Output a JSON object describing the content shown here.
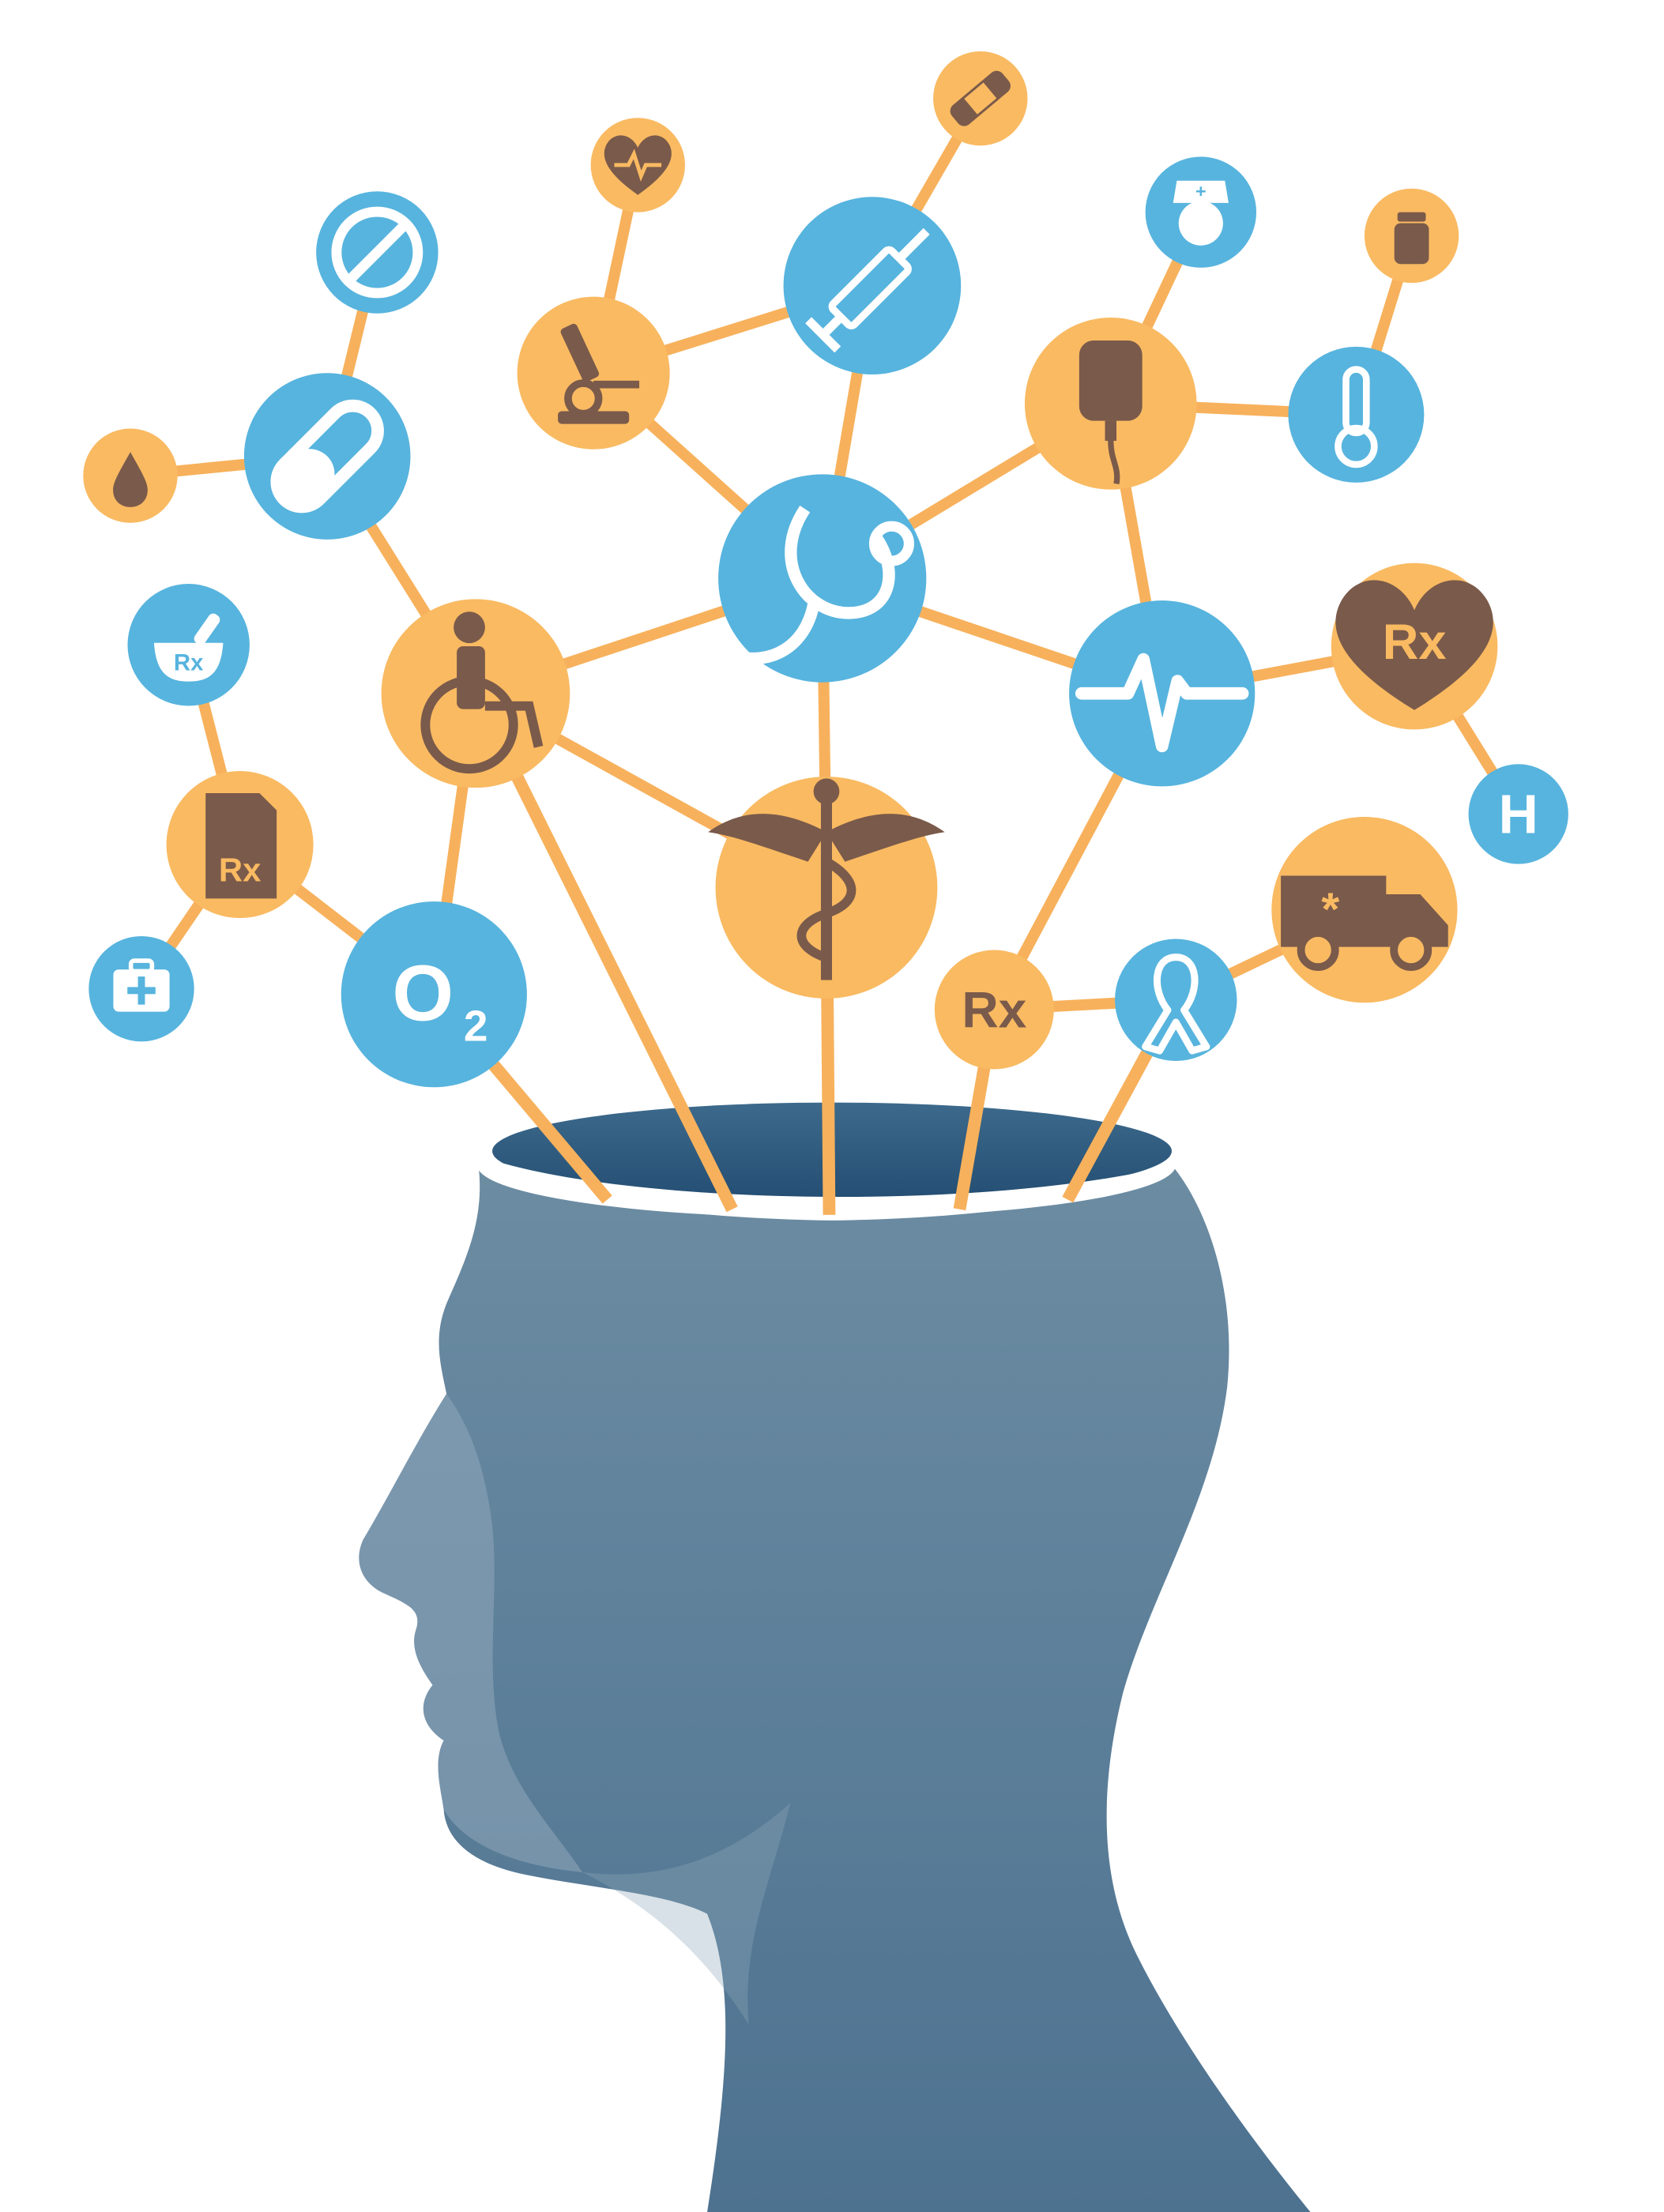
{
  "palette": {
    "orange": "#F9BA62",
    "blue": "#57B4DE",
    "icon_brown": "#7A5A4A",
    "icon_white": "#FFFFFF",
    "link": "#F7B15C",
    "head": "#6A8AA0",
    "head_dark": "#4F7290",
    "opening": "#2F5B7E"
  },
  "nodes": [
    {
      "id": "drop",
      "icon": "blood-drop-icon",
      "fill": "orange",
      "label": ""
    },
    {
      "id": "pill",
      "icon": "capsule-icon",
      "fill": "blue",
      "label": ""
    },
    {
      "id": "tablet",
      "icon": "tablet-icon",
      "fill": "blue",
      "label": ""
    },
    {
      "id": "heart-monitor",
      "icon": "heart-pulse-icon",
      "fill": "orange",
      "label": ""
    },
    {
      "id": "microscope",
      "icon": "microscope-icon",
      "fill": "orange",
      "label": ""
    },
    {
      "id": "bandage",
      "icon": "bandage-icon",
      "fill": "orange",
      "label": ""
    },
    {
      "id": "syringe",
      "icon": "syringe-icon",
      "fill": "blue",
      "label": ""
    },
    {
      "id": "nurse",
      "icon": "nurse-icon",
      "fill": "blue",
      "label": ""
    },
    {
      "id": "pill-bottle",
      "icon": "pill-bottle-icon",
      "fill": "orange",
      "label": ""
    },
    {
      "id": "iv-bag",
      "icon": "iv-bag-icon",
      "fill": "orange",
      "label": ""
    },
    {
      "id": "thermometer",
      "icon": "thermometer-icon",
      "fill": "blue",
      "label": ""
    },
    {
      "id": "stethoscope",
      "icon": "stethoscope-icon",
      "fill": "blue",
      "label": ""
    },
    {
      "id": "mortar",
      "icon": "mortar-pestle-icon",
      "fill": "blue",
      "label": "Rx"
    },
    {
      "id": "wheelchair",
      "icon": "wheelchair-icon",
      "fill": "orange",
      "label": ""
    },
    {
      "id": "ecg",
      "icon": "ecg-icon",
      "fill": "blue",
      "label": ""
    },
    {
      "id": "heart-rx",
      "icon": "heart-rx-icon",
      "fill": "orange",
      "label": "Rx"
    },
    {
      "id": "hospital",
      "icon": "hospital-icon",
      "fill": "blue",
      "label": "H"
    },
    {
      "id": "prescription",
      "icon": "prescription-doc-icon",
      "fill": "orange",
      "label": "Rx"
    },
    {
      "id": "caduceus",
      "icon": "caduceus-icon",
      "fill": "orange",
      "label": ""
    },
    {
      "id": "first-aid",
      "icon": "first-aid-kit-icon",
      "fill": "blue",
      "label": ""
    },
    {
      "id": "oxygen",
      "icon": "oxygen-icon",
      "fill": "blue",
      "label": "O",
      "sub": "2"
    },
    {
      "id": "rx",
      "icon": "rx-icon",
      "fill": "orange",
      "label": "Rx"
    },
    {
      "id": "ribbon",
      "icon": "awareness-ribbon-icon",
      "fill": "blue",
      "label": ""
    },
    {
      "id": "ambulance",
      "icon": "ambulance-icon",
      "fill": "orange",
      "label": ""
    }
  ],
  "links": [
    [
      "drop",
      "pill"
    ],
    [
      "pill",
      "tablet"
    ],
    [
      "pill",
      "wheelchair"
    ],
    [
      "heart-monitor",
      "microscope"
    ],
    [
      "microscope",
      "syringe"
    ],
    [
      "microscope",
      "stethoscope"
    ],
    [
      "bandage",
      "syringe"
    ],
    [
      "syringe",
      "stethoscope"
    ],
    [
      "nurse",
      "iv-bag"
    ],
    [
      "iv-bag",
      "thermometer"
    ],
    [
      "iv-bag",
      "stethoscope"
    ],
    [
      "iv-bag",
      "ecg"
    ],
    [
      "pill-bottle",
      "thermometer"
    ],
    [
      "wheelchair",
      "stethoscope"
    ],
    [
      "wheelchair",
      "caduceus"
    ],
    [
      "wheelchair",
      "oxygen"
    ],
    [
      "stethoscope",
      "caduceus"
    ],
    [
      "stethoscope",
      "ecg"
    ],
    [
      "ecg",
      "heart-rx"
    ],
    [
      "heart-rx",
      "hospital"
    ],
    [
      "ecg",
      "rx"
    ],
    [
      "mortar",
      "prescription"
    ],
    [
      "prescription",
      "first-aid"
    ],
    [
      "prescription",
      "oxygen"
    ],
    [
      "rx",
      "ribbon"
    ],
    [
      "ribbon",
      "ambulance"
    ]
  ],
  "stems": [
    "oxygen",
    "wheelchair",
    "caduceus",
    "rx",
    "ribbon"
  ]
}
